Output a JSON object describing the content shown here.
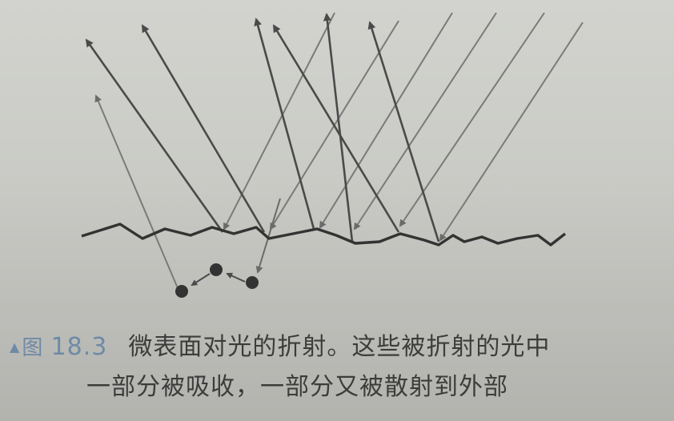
{
  "figure": {
    "label_prefix": "图",
    "number": "18.3"
  },
  "caption": {
    "line1": "微表面对光的折射。这些被折射的光中",
    "line2": "一部分被吸收，一部分又被散射到外部"
  },
  "colors": {
    "ink": "#3a3a3a",
    "light_ray": "#7a7a78",
    "dark_ray": "#4a4a4a",
    "label": "#6f8aa6"
  },
  "diagram": {
    "description_icons": [
      "rough-surface-line",
      "incident-ray",
      "reflected-ray",
      "scattering-particle"
    ]
  }
}
